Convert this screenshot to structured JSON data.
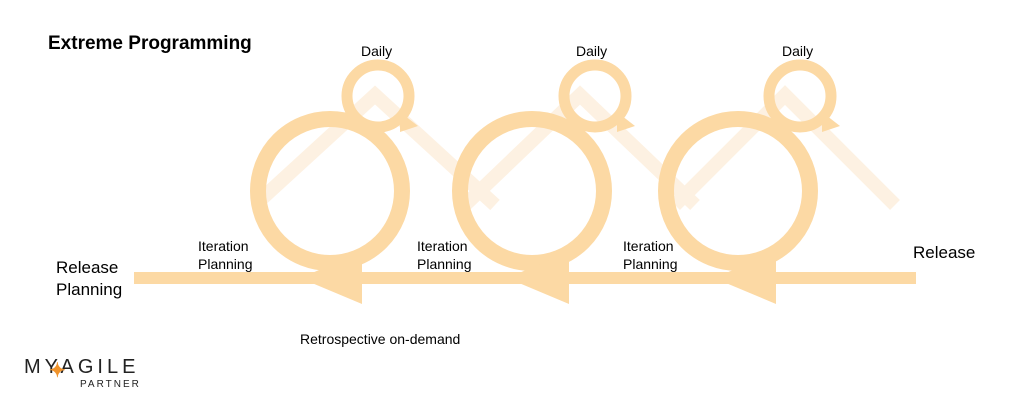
{
  "title": "Extreme Programming",
  "colors": {
    "loop": "#fcd9a4",
    "watermark": "#fdf1e2",
    "logo_accent": "#f0932b",
    "text": "#000000"
  },
  "diagram": {
    "start_label": "Release\nPlanning",
    "end_label": "Release",
    "retrospective": "Retrospective on-demand",
    "iterations": [
      {
        "iteration_label": "Iteration\nPlanning",
        "daily_label": "Daily"
      },
      {
        "iteration_label": "Iteration\nPlanning",
        "daily_label": "Daily"
      },
      {
        "iteration_label": "Iteration\nPlanning",
        "daily_label": "Daily"
      }
    ]
  },
  "logo": {
    "main": "MYAGILE",
    "sub": "PARTNER",
    "accent_icon": "kangaroo-icon"
  }
}
